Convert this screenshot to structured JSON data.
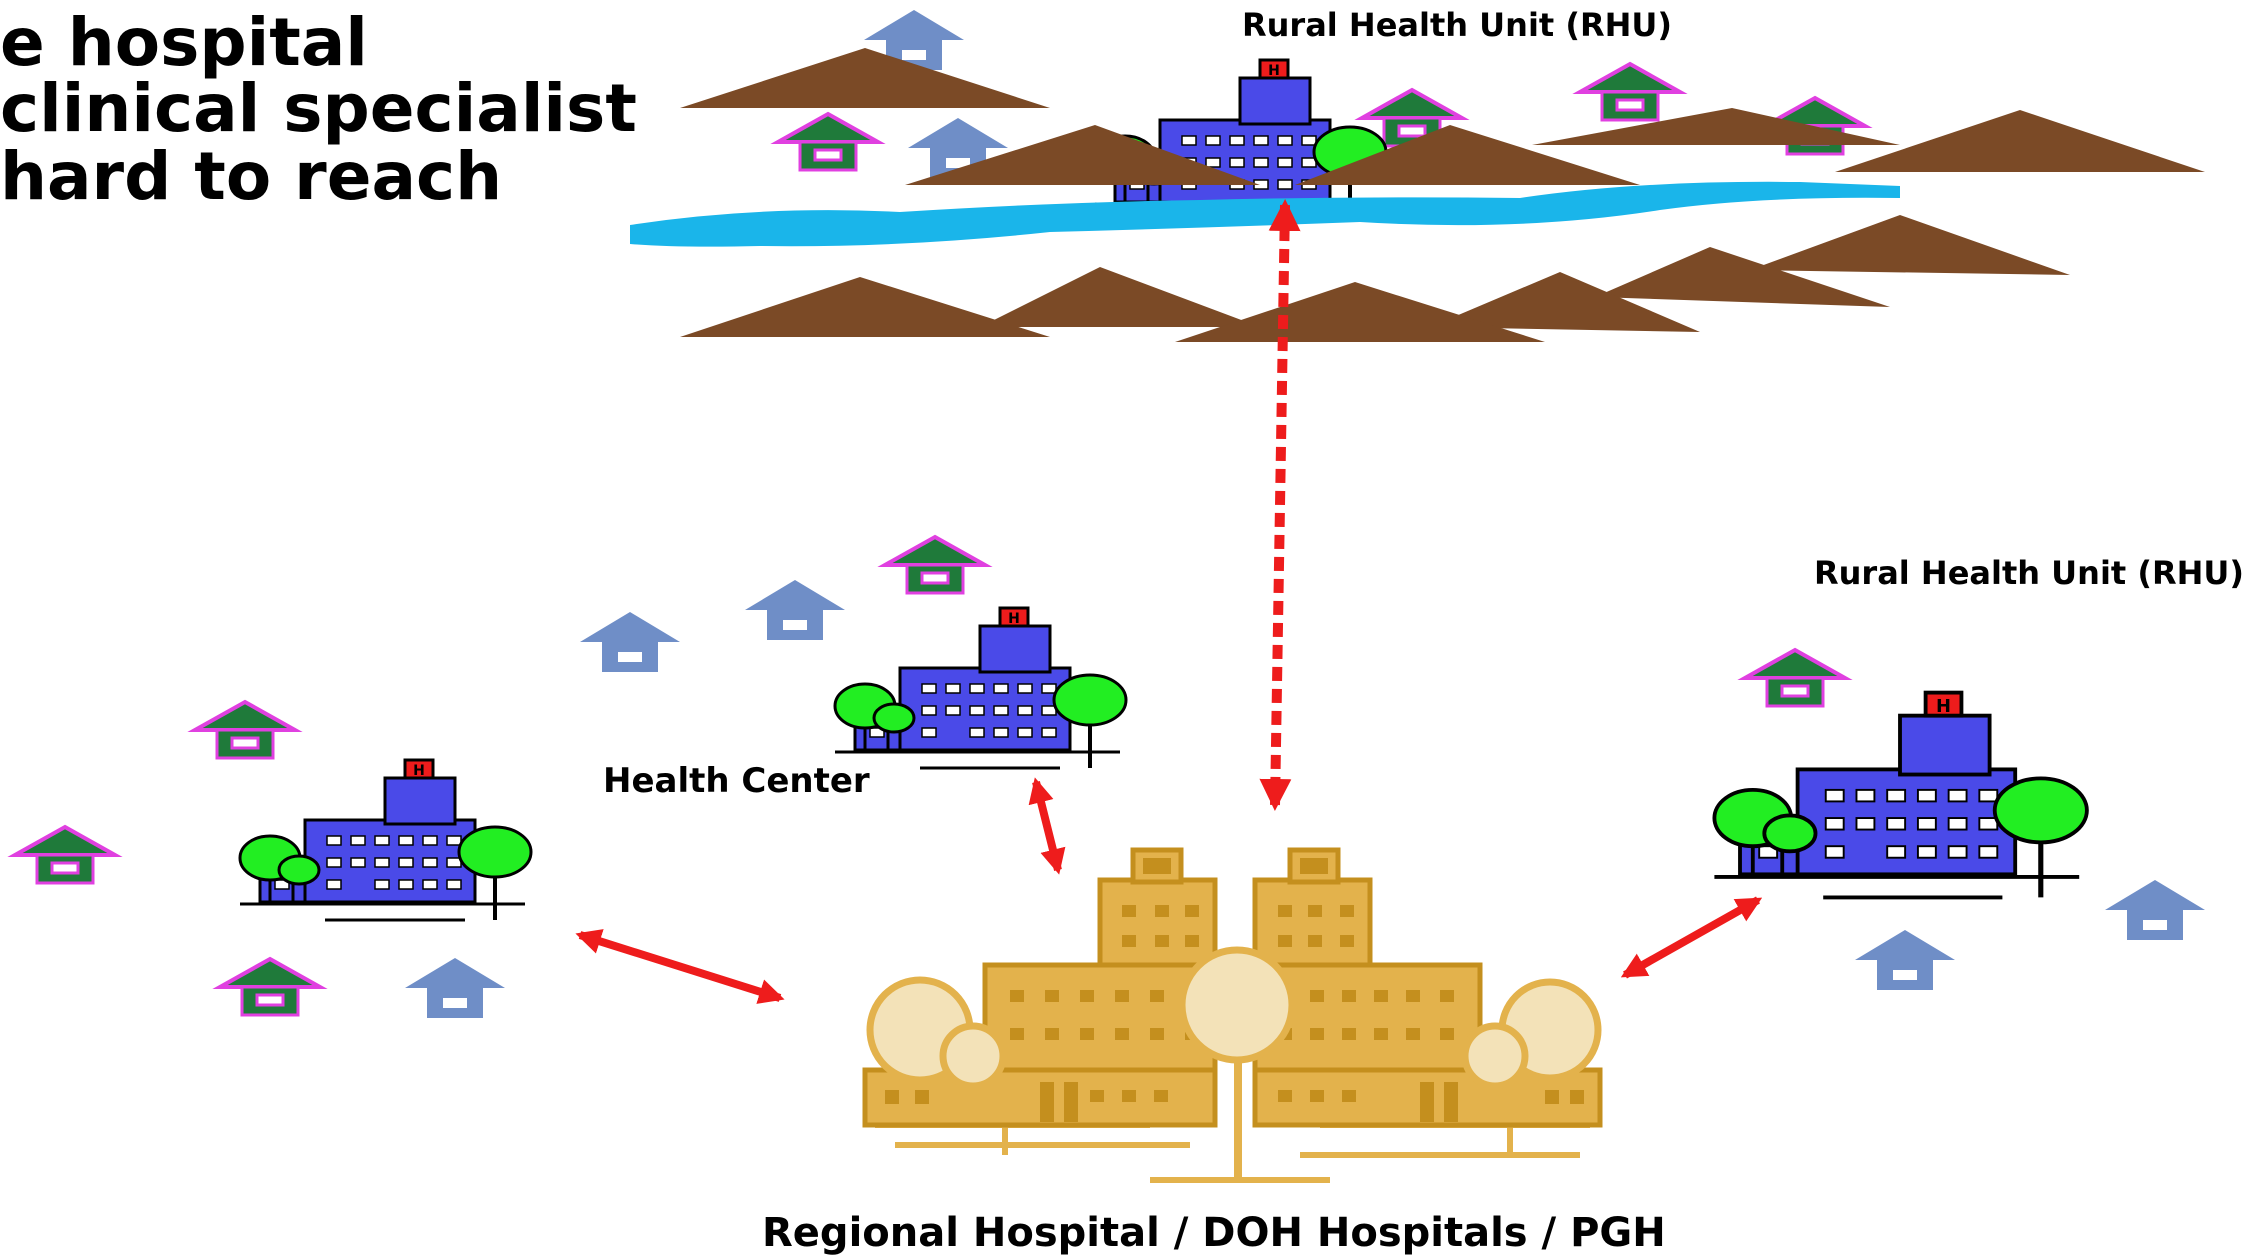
{
  "bullets": [
    "e hospital",
    "clinical specialist",
    "hard to reach"
  ],
  "labels": {
    "rhu_top": "Rural Health Unit (RHU)",
    "rhu_right": "Rural Health Unit (RHU)",
    "health_center": "Health Center",
    "regional_hospital": "Regional Hospital / DOH Hospitals / PGH"
  },
  "colors": {
    "mountain": "#7b4a26",
    "river": "#1ab5ea",
    "rhu_building": "#4a4ae8",
    "tree_green": "#22ee22",
    "house_blue": "#6f8ec7",
    "house_green": "#1f7a3a",
    "house_roof_trim": "#e040e0",
    "regional_hospital": "#e3b24c",
    "arrow": "#ee1c1c"
  }
}
